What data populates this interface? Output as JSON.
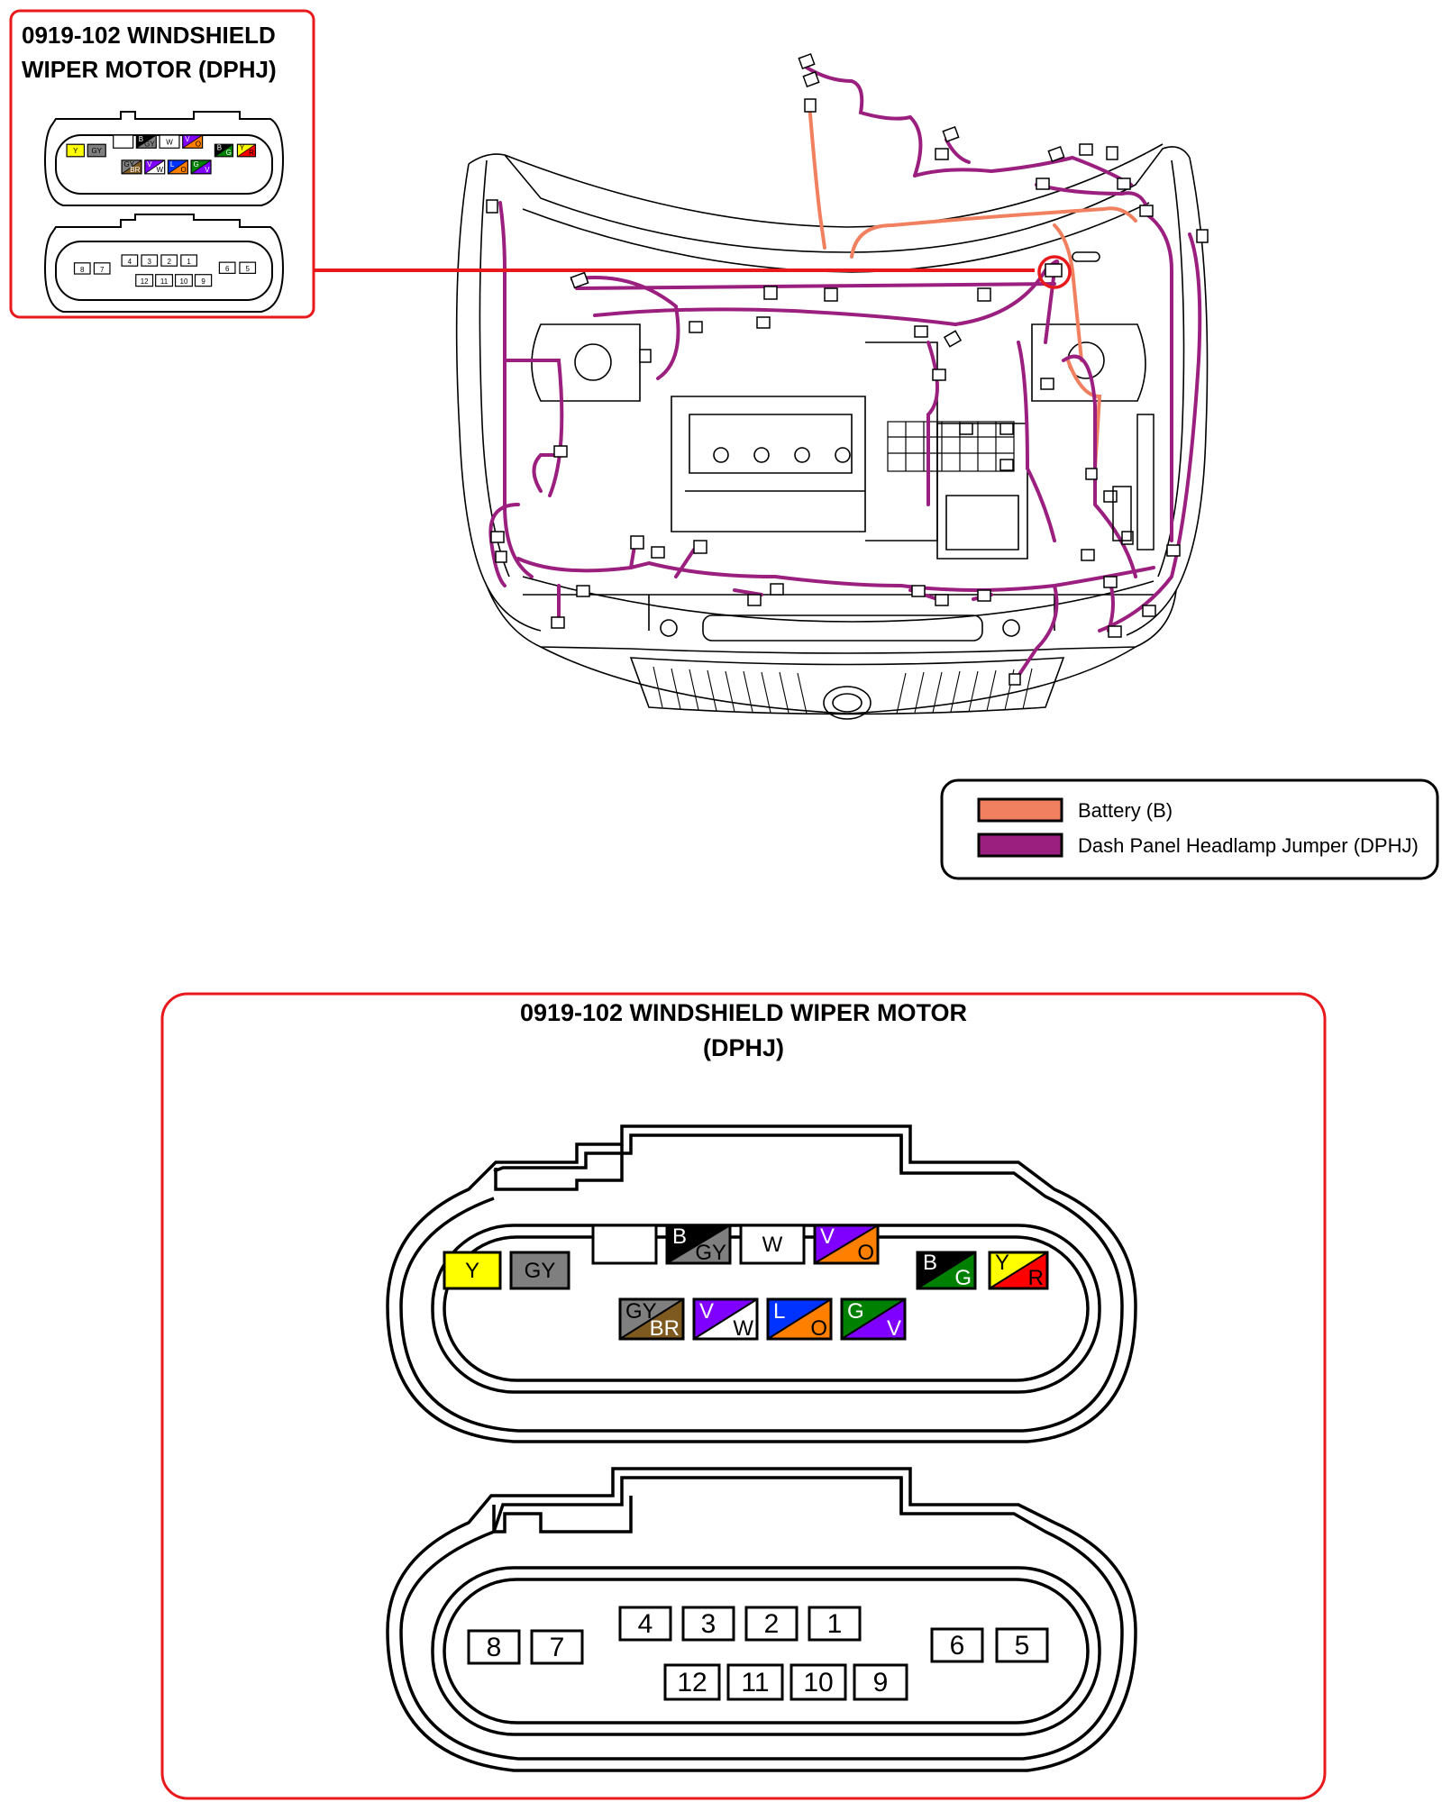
{
  "inset": {
    "title_line1": "0919-102 WINDSHIELD",
    "title_line2": "WIPER MOTOR (DPHJ)"
  },
  "detail": {
    "title_line1": "0919-102 WINDSHIELD WIPER MOTOR",
    "title_line2": "(DPHJ)"
  },
  "legend": [
    {
      "label": "Battery (B)",
      "color": "#f08060"
    },
    {
      "label": "Dash Panel Headlamp Jumper (DPHJ)",
      "color": "#9b1f7f"
    }
  ],
  "colors": {
    "callout_red": "#e8191d",
    "battery_wire": "#f08060",
    "dphj_wire": "#9b1f7f",
    "Y": "#ffff00",
    "GY": "#7f7f7f",
    "B": "#000000",
    "W": "#ffffff",
    "V": "#7f00ff",
    "O": "#ff7f00",
    "G": "#008000",
    "R": "#ff0000",
    "BR": "#7f5a20",
    "L": "#0033ff"
  },
  "wire_face_pins": [
    {
      "code": "Y",
      "c1": "Y"
    },
    {
      "code": "GY",
      "c1": "GY"
    },
    {
      "code": "",
      "c1": "W"
    },
    {
      "code": "B/GY",
      "t1": "B",
      "t2": "GY",
      "c1": "B",
      "c2": "GY"
    },
    {
      "code": "W",
      "c1": "W"
    },
    {
      "code": "V/O",
      "t1": "V",
      "t2": "O",
      "c1": "V",
      "c2": "O"
    },
    {
      "code": "B/G",
      "t1": "B",
      "t2": "G",
      "c1": "B",
      "c2": "G"
    },
    {
      "code": "Y/R",
      "t1": "Y",
      "t2": "R",
      "c1": "Y",
      "c2": "R"
    },
    {
      "code": "GY/BR",
      "t1": "GY",
      "t2": "BR",
      "c1": "GY",
      "c2": "BR"
    },
    {
      "code": "V/W",
      "t1": "V",
      "t2": "W",
      "c1": "V",
      "c2": "W"
    },
    {
      "code": "L/O",
      "t1": "L",
      "t2": "O",
      "c1": "L",
      "c2": "O"
    },
    {
      "code": "G/V",
      "t1": "G",
      "t2": "V",
      "c1": "G",
      "c2": "V"
    }
  ],
  "pin_numbers": [
    "8",
    "7",
    "4",
    "3",
    "2",
    "1",
    "6",
    "5",
    "12",
    "11",
    "10",
    "9"
  ]
}
